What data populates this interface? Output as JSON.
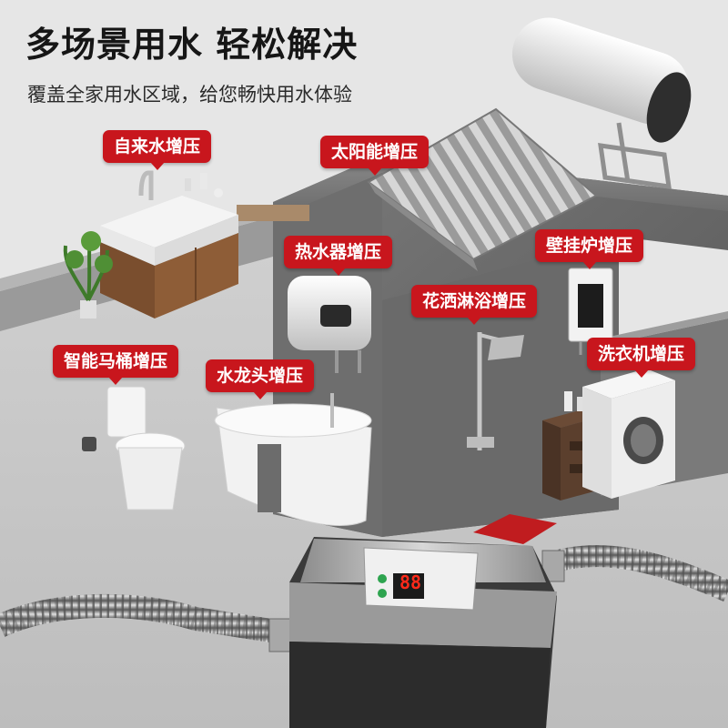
{
  "headline": "多场景用水 轻松解决",
  "subheadline": "覆盖全家用水区域，给您畅快用水体验",
  "scenes": {
    "tap_water": "自来水增压",
    "solar": "太阳能增压",
    "water_heater": "热水器增压",
    "wall_boiler": "壁挂炉增压",
    "shower": "花洒淋浴增压",
    "toilet": "智能马桶增压",
    "faucet": "水龙头增压",
    "washer": "洗衣机增压"
  },
  "pump_display": {
    "digits": "88"
  },
  "colors": {
    "tag_red": "#c8161d",
    "wall_gray": "#6e6e6e",
    "floor_gray": "#cfcfcf",
    "display_red": "#ff2a1a"
  }
}
